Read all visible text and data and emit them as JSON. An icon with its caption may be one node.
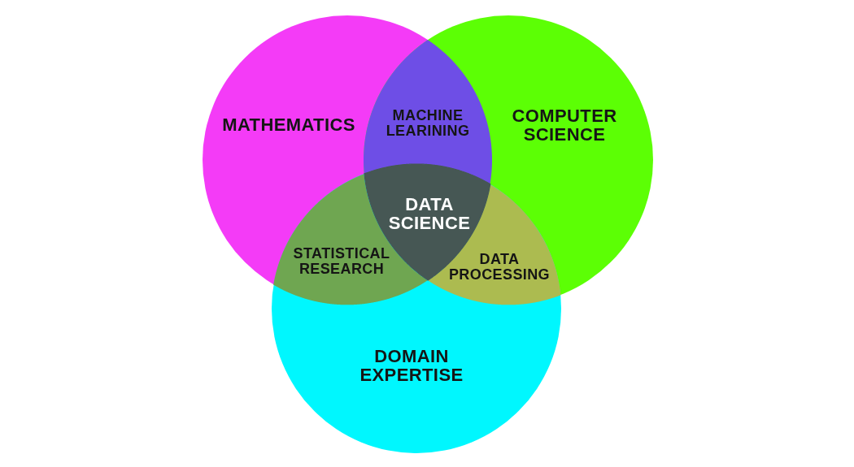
{
  "diagram": {
    "nodes": [
      {
        "text": [
          "MATHEMATICS"
        ]
      },
      {
        "text": [
          "MACHINE LEARINING"
        ]
      },
      {
        "text": [
          "COMPUTER SCIENCE"
        ]
      },
      {
        "text": [
          "DATA SCIENCE"
        ]
      },
      {
        "text": [
          "STATISTICAL RESEARCH"
        ]
      },
      {
        "text": [
          "DATA PROCESSING"
        ]
      },
      {
        "text": [
          "DOMAIN EXPERTISE"
        ]
      }
    ]
  }
}
